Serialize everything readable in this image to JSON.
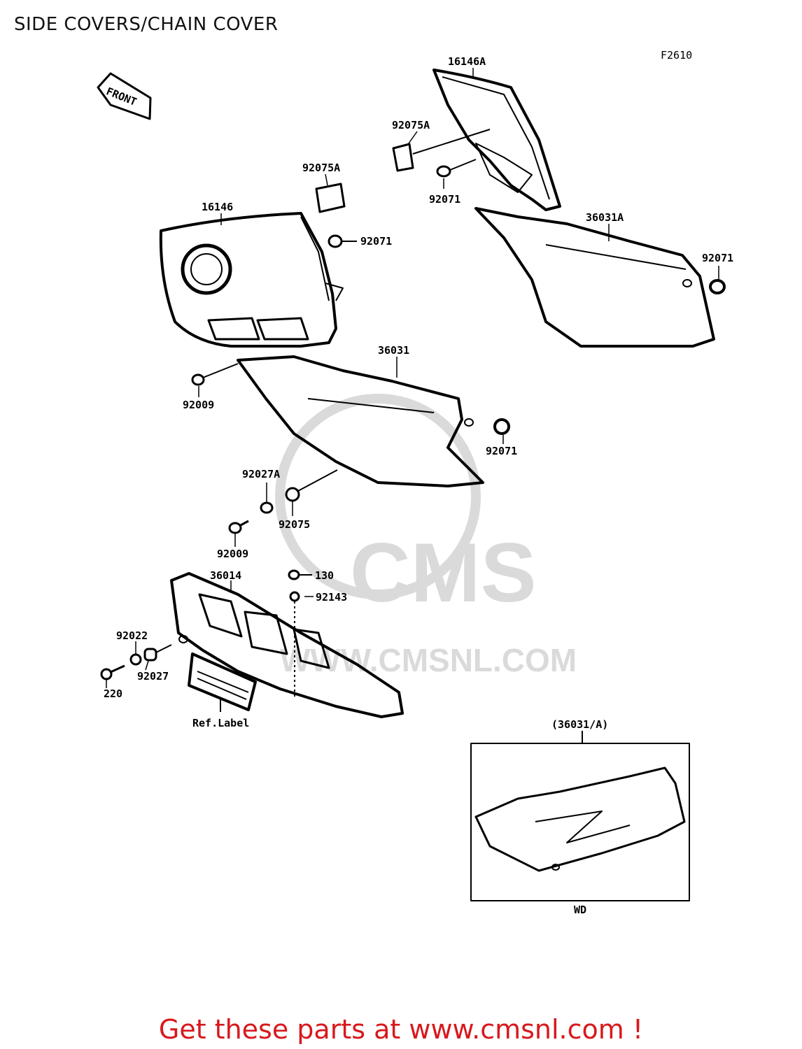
{
  "header": {
    "title": "SIDE COVERS/CHAIN COVER",
    "figure_ref": "F2610"
  },
  "diagram": {
    "front_arrow": "FRONT",
    "parts": {
      "p16146A": "16146A",
      "p92075A_upper": "92075A",
      "p92071_upper": "92071",
      "p92075A_left": "92075A",
      "p16146": "16146",
      "p92071_left": "92071",
      "p36031A": "36031A",
      "p92071_right": "92071",
      "p36031": "36031",
      "p92009_upper": "92009",
      "p92071_mid": "92071",
      "p92027A": "92027A",
      "p92075": "92075",
      "p92009_lower": "92009",
      "p36014": "36014",
      "p130": "130",
      "p92143": "92143",
      "p92022": "92022",
      "p92027": "92027",
      "p220": "220",
      "ref_label": "Ref.Label",
      "inset_title": "(36031/A)",
      "inset_variant": "WD"
    },
    "watermark": {
      "brand": "CMS",
      "site": "WWW.CMSNL.COM"
    }
  },
  "footer": {
    "cta": "Get these parts at www.cmsnl.com !",
    "cta_color": "#d7191c"
  }
}
